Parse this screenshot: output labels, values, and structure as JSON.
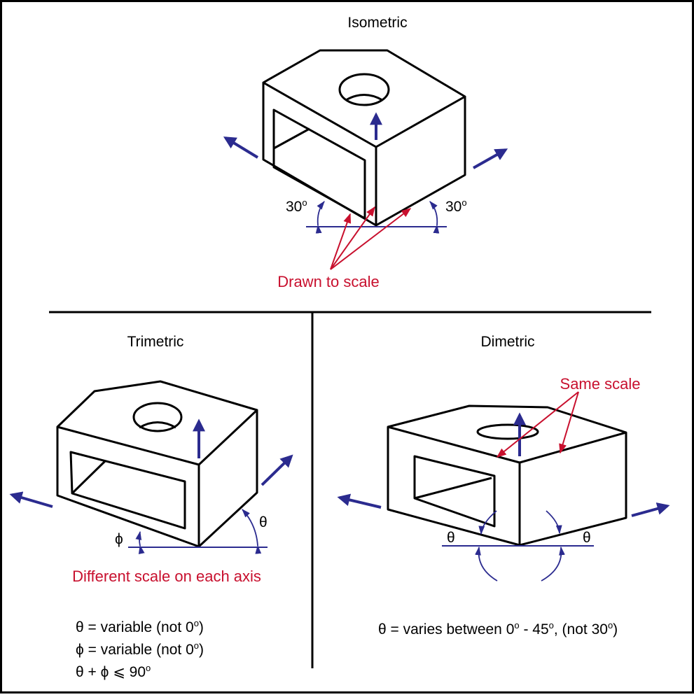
{
  "panels": {
    "isometric": {
      "title": "Isometric",
      "angle_left": "30",
      "angle_right": "30",
      "degree_symbol": "o",
      "callout": "Drawn to scale"
    },
    "trimetric": {
      "title": "Trimetric",
      "theta": "θ",
      "phi": "ϕ",
      "callout": "Different scale on each axis",
      "formula_1_prefix": "θ = variable (not 0",
      "formula_2_prefix": "ϕ = variable (not 0",
      "formula_suffix": ")",
      "formula_3_prefix": "θ + ϕ ⩽ 90"
    },
    "dimetric": {
      "title": "Dimetric",
      "theta_left": "θ",
      "theta_right": "θ",
      "callout": "Same scale",
      "formula_prefix": "θ = varies between 0",
      "formula_mid": " - 45",
      "formula_mid2": ", (not 30",
      "formula_suffix": ")"
    }
  },
  "colors": {
    "axis_arrow": "#2b2b8f",
    "callout_red": "#c8102e",
    "line": "#000000"
  },
  "icons": [
    "axis-arrow-icon",
    "angle-arc-icon"
  ]
}
